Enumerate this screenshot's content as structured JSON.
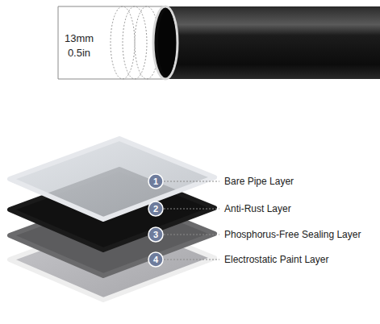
{
  "diagram": {
    "labels": [
      "13mm",
      "0.5in",
      "1",
      "Bare Pipe Layer",
      "2",
      "Anti-Rust Layer",
      "3",
      "Phosphorus-Free Sealing Layer",
      "4",
      "Electrostatic Paint Layer"
    ]
  }
}
